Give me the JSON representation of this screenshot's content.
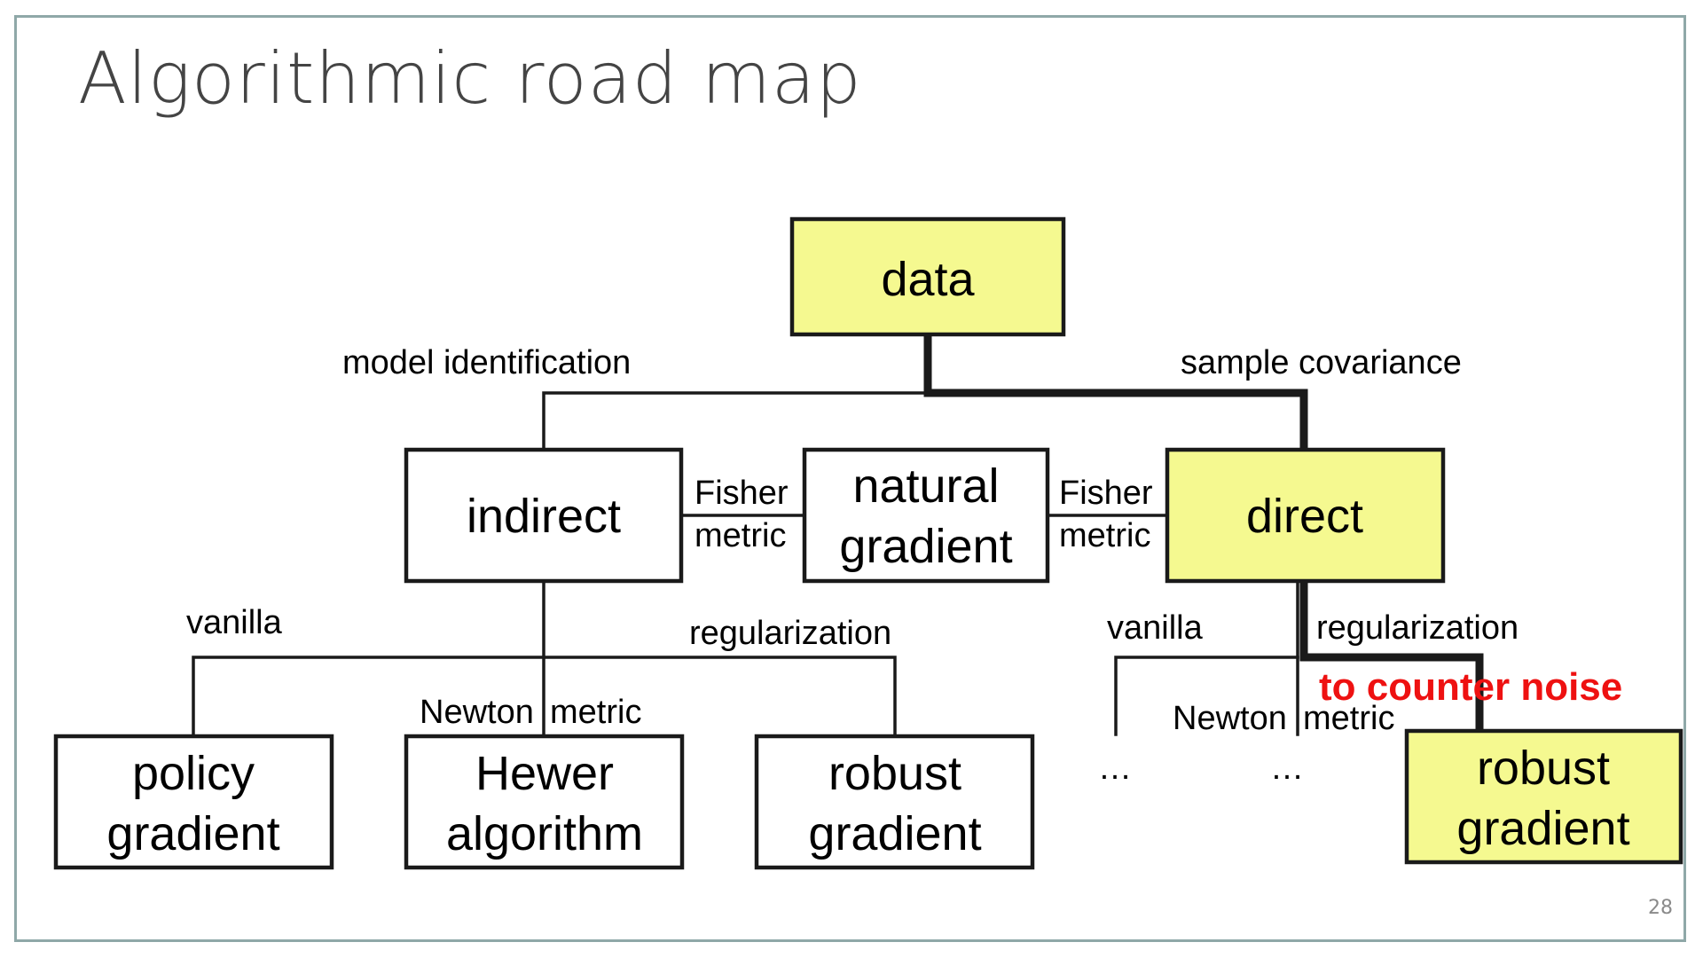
{
  "title": "Algorithmic road map",
  "page_number": "28",
  "colors": {
    "highlight_fill": "#f5f990",
    "plain_fill": "#ffffff",
    "accent_red": "#ee1111",
    "stroke": "#1a1a1a"
  },
  "nodes": {
    "data": {
      "lines": [
        "data"
      ]
    },
    "indirect": {
      "lines": [
        "indirect"
      ]
    },
    "natural_gradient": {
      "lines": [
        "natural",
        "gradient"
      ]
    },
    "direct": {
      "lines": [
        "direct"
      ]
    },
    "policy_gradient": {
      "lines": [
        "policy",
        "gradient"
      ]
    },
    "hewer_algorithm": {
      "lines": [
        "Hewer",
        "algorithm"
      ]
    },
    "robust_gradient_left": {
      "lines": [
        "robust",
        "gradient"
      ]
    },
    "robust_gradient_right": {
      "lines": [
        "robust",
        "gradient"
      ]
    }
  },
  "edge_labels": {
    "model_identification": "model identification",
    "sample_covariance": "sample covariance",
    "fisher_metric_left": [
      "Fisher",
      "metric"
    ],
    "fisher_metric_right": [
      "Fisher",
      "metric"
    ],
    "vanilla_left": "vanilla",
    "regularization_left": "regularization",
    "newton_left": "Newton",
    "newton_metric_left": "metric",
    "vanilla_right": "vanilla",
    "regularization_right": "regularization",
    "newton_right": "Newton",
    "newton_metric_right": "metric",
    "counter_noise": "to counter noise",
    "ellipsis_a": "…",
    "ellipsis_b": "…"
  }
}
